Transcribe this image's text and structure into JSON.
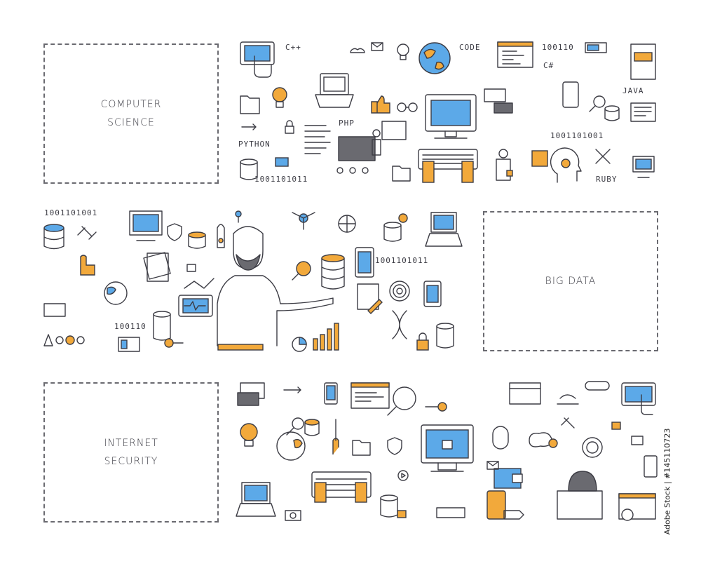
{
  "panels": {
    "computer_science": {
      "label": "COMPUTER\nSCIENCE",
      "words": [
        "C++",
        "CODE",
        "100110",
        "C#",
        "JAVA",
        "PHP",
        "PYTHON",
        "1001101001",
        "RUBY",
        "1001101011"
      ]
    },
    "big_data": {
      "label": "BIG DATA",
      "words": [
        "1001101001",
        "1001101011",
        "100110"
      ]
    },
    "internet_security": {
      "label": "INTERNET\nSECURITY"
    }
  },
  "colors": {
    "blue": "#5ca9e8",
    "orange": "#f2a93b",
    "line": "#3c3c44",
    "dash": "#6a6a70"
  },
  "watermark": {
    "side_text": "Adobe Stock | #145110723"
  }
}
